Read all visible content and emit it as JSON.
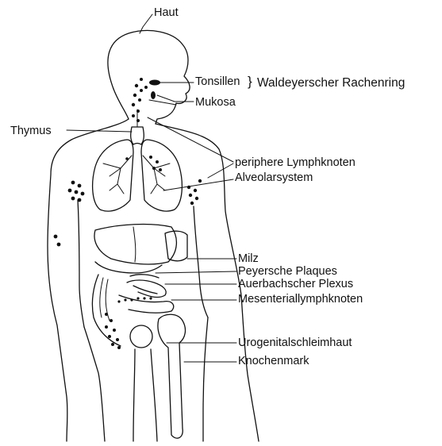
{
  "labels": {
    "haut": "Haut",
    "tonsillen": "Tonsillen",
    "waldeyer": "Waldeyerscher Rachenring",
    "mukosa": "Mukosa",
    "thymus": "Thymus",
    "periphere_lymphknoten": "periphere Lymphknoten",
    "alveolarsystem": "Alveolarsystem",
    "milz": "Milz",
    "peyersche_plaques": "Peyersche Plaques",
    "auerbachscher_plexus": "Auerbachscher Plexus",
    "mesenteriallymphknoten": "Mesenteriallymphknoten",
    "urogenitalschleimhaut": "Urogenitalschleimhaut",
    "knochenmark": "Knochenmark"
  }
}
